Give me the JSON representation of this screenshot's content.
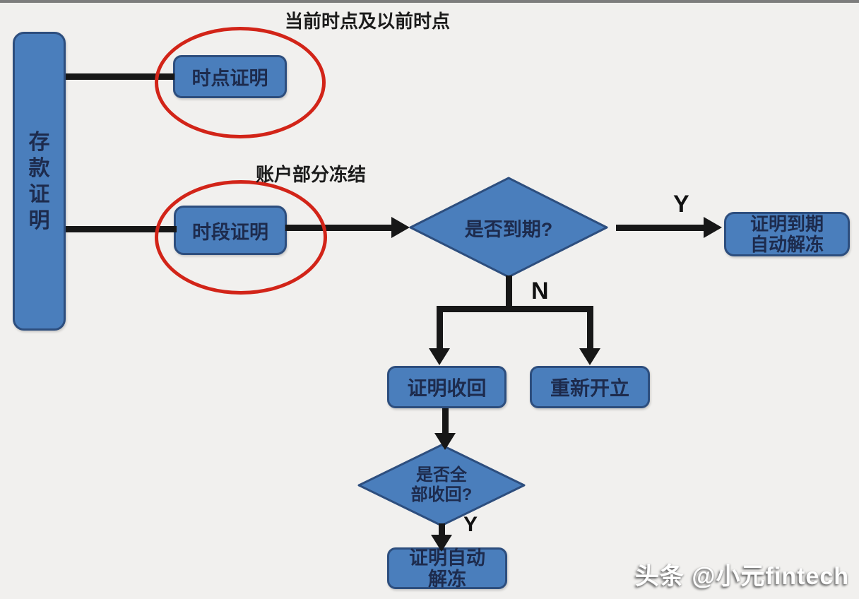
{
  "page": {
    "background": "#f1f0ee",
    "top_strip_color": "#7d7d7d"
  },
  "colors": {
    "node_fill": "#4a7ebc",
    "node_border": "#2d4e7e",
    "node_text": "#1d2b4d",
    "connector_black": "#171717",
    "highlight_red": "#d22418",
    "label_black": "#1b1b1b",
    "watermark_white": "#ffffff"
  },
  "nodes": {
    "deposit_certificate": {
      "label": "存款证明"
    },
    "point_in_time_cert": {
      "label": "时点证明"
    },
    "time_period_cert": {
      "label": "时段证明"
    },
    "due_decision": {
      "label": "是否到期?"
    },
    "due_auto_unfreeze": {
      "line1": "证明到期",
      "line2": "自动解冻"
    },
    "cert_recovered": {
      "label": "证明收回"
    },
    "reopen": {
      "label": "重新开立"
    },
    "all_recovered_decision": {
      "line1": "是否全",
      "line2": "部收回?"
    },
    "cert_auto_unfreeze": {
      "line1": "证明自动",
      "line2": "解冻"
    }
  },
  "annotations": {
    "point_in_time_note": "当前时点及以前时点",
    "time_period_note": "账户部分冻结",
    "branch_due_yes": "Y",
    "branch_due_no": "N",
    "branch_recovered_yes": "Y"
  },
  "watermark": {
    "text": "头条 @小元fintech"
  }
}
